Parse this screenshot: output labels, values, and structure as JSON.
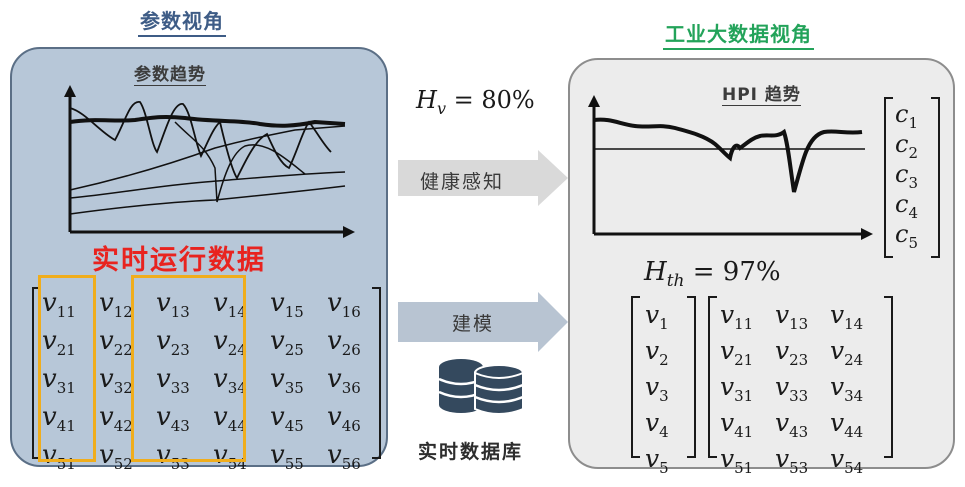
{
  "left": {
    "title": "参数视角",
    "chart_title": "参数趋势",
    "data_label": "实时运行数据",
    "matrix": [
      [
        "11",
        "12",
        "13",
        "14",
        "15",
        "16"
      ],
      [
        "21",
        "22",
        "23",
        "24",
        "25",
        "26"
      ],
      [
        "31",
        "32",
        "33",
        "34",
        "35",
        "36"
      ],
      [
        "41",
        "42",
        "43",
        "44",
        "45",
        "46"
      ],
      [
        "51",
        "52",
        "53",
        "54",
        "55",
        "56"
      ]
    ]
  },
  "middle": {
    "hv_symbol": "H",
    "hv_sub": "v",
    "hv_value": "= 80%",
    "arrow1_label": "健康感知",
    "arrow2_label": "建模",
    "db_label": "实时数据库",
    "database_icon": "database-icon"
  },
  "right": {
    "title": "工业大数据视角",
    "chart_title": "HPI 趋势",
    "hth_symbol": "H",
    "hth_sub": "th",
    "hth_value": "= 97%",
    "c_vector": [
      "1",
      "2",
      "3",
      "4",
      "5"
    ],
    "v_vector": [
      "1",
      "2",
      "3",
      "4",
      "5"
    ],
    "matrix": [
      [
        "11",
        "13",
        "14"
      ],
      [
        "21",
        "23",
        "24"
      ],
      [
        "31",
        "33",
        "34"
      ],
      [
        "41",
        "43",
        "44"
      ],
      [
        "51",
        "53",
        "54"
      ]
    ]
  },
  "colors": {
    "left_title": "#3e5c86",
    "right_title": "#23a35a",
    "highlight": "#f0ad1c",
    "red_label": "#e8231f",
    "left_panel": "#b7c7d8",
    "right_panel": "#ececec"
  }
}
